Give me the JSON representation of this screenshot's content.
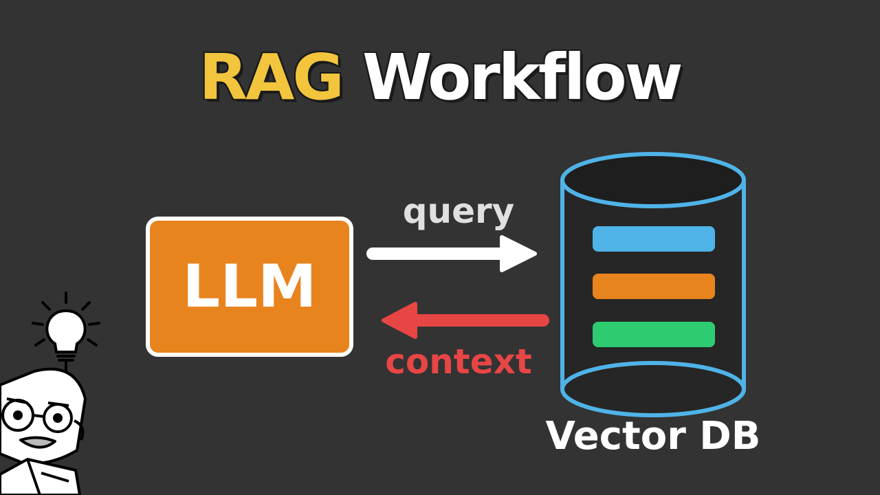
{
  "title": {
    "part1": "RAG",
    "part2": "Workflow"
  },
  "llm": {
    "label": "LLM"
  },
  "arrows": {
    "query": "query",
    "context": "context"
  },
  "database": {
    "label": "Vector DB"
  },
  "colors": {
    "background": "#333333",
    "accent_yellow": "#f2c53d",
    "llm_orange": "#e8841e",
    "db_blue": "#4fb3e8",
    "context_red": "#e84545",
    "record_green": "#2ecc71"
  },
  "icons": [
    "lightbulb-icon",
    "professor-mascot-icon"
  ]
}
